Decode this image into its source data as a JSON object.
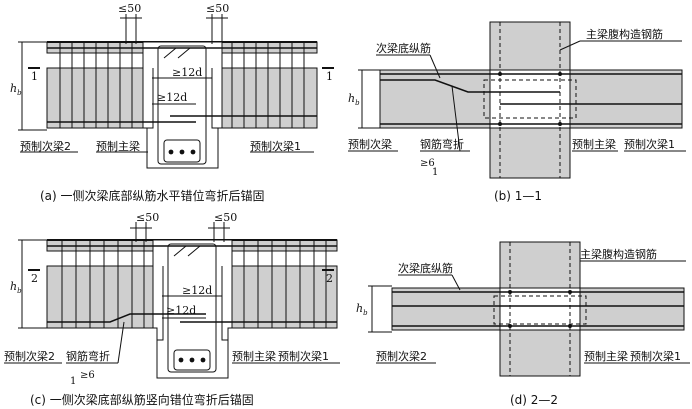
{
  "panel_a": {
    "caption": "(a) 一侧次梁底部纵筋水平错位弯折后锚固",
    "dim_left": "≤50",
    "dim_right": "≤50",
    "height_label": "h",
    "height_sub": "b",
    "section_mark_left": "1",
    "section_mark_right": "1",
    "anchor_upper": "≥12d",
    "anchor_lower": "≥12d",
    "label_left": "预制次梁2",
    "label_main": "预制主梁",
    "label_right": "预制次梁1"
  },
  "panel_b": {
    "caption": "(b) 1—1",
    "label_bottom_bar": "次梁底纵筋",
    "label_web_bar": "主梁腹构造钢筋",
    "height_label": "h",
    "height_sub": "b",
    "label_secondary": "预制次梁",
    "label_bend": "钢筋弯折",
    "slope": "≥6",
    "slope_unit": "1",
    "label_main": "预制主梁",
    "label_right": "预制次梁1"
  },
  "panel_c": {
    "caption": "(c) 一侧次梁底部纵筋竖向错位弯折后锚固",
    "dim_left": "≤50",
    "dim_right": "≤50",
    "height_label": "h",
    "height_sub": "b",
    "section_mark_left": "2",
    "section_mark_right": "2",
    "anchor_upper": "≥12d",
    "anchor_lower": "≥12d",
    "label_left": "预制次梁2",
    "label_bend": "钢筋弯折",
    "slope_unit": "1",
    "slope": "≥6",
    "label_main": "预制主梁",
    "label_right": "预制次梁1"
  },
  "panel_d": {
    "caption": "(d) 2—2",
    "label_bottom_bar": "次梁底纵筋",
    "label_web_bar": "主梁腹构造钢筋",
    "height_label": "h",
    "height_sub": "b",
    "label_left": "预制次梁2",
    "label_main": "预制主梁",
    "label_right": "预制次梁1"
  }
}
